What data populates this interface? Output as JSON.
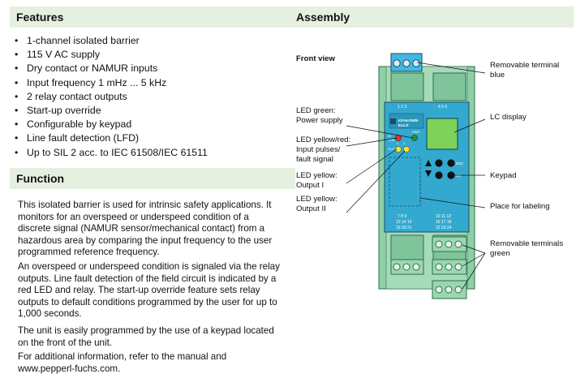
{
  "features": {
    "heading": "Features",
    "items": [
      "1-channel isolated barrier",
      "115 V AC supply",
      "Dry contact or NAMUR inputs",
      "Input frequency 1 mHz ... 5 kHz",
      "2 relay contact outputs",
      "Start-up override",
      "Configurable by keypad",
      "Line fault detection (LFD)",
      "Up to SIL 2 acc. to IEC 61508/IEC 61511"
    ]
  },
  "function": {
    "heading": "Function",
    "paragraphs": [
      "This isolated barrier is used for intrinsic safety applications. It monitors for an overspeed or underspeed condition of a discrete signal (NAMUR sensor/mechanical contact) from a hazardous area by comparing the input frequency to the user programmed reference frequency.",
      "An overspeed or underspeed condition is signaled via the relay outputs. Line fault detection of the field circuit is indicated by a red LED and relay. The start-up override feature sets relay outputs to default conditions programmed by the user for up to 1,000 seconds.",
      "The unit is easily programmed by the use of a keypad located on the front of the unit.",
      "For additional information, refer to the manual and www.pepperl-fuchs.com."
    ]
  },
  "assembly": {
    "heading": "Assembly",
    "front_view": "Front view",
    "labels": {
      "led_green_1": "LED green:",
      "led_green_2": "Power supply",
      "led_yr_1": "LED yellow/red:",
      "led_yr_2": "Input pulses/",
      "led_yr_3": "fault signal",
      "led_y1_1": "LED yellow:",
      "led_y1_2": "Output I",
      "led_y2_1": "LED yellow:",
      "led_y2_2": "Output II",
      "removable_blue_1": "Removable terminal",
      "removable_blue_2": "blue",
      "lc_display": "LC display",
      "keypad": "Keypad",
      "labeling": "Place for labeling",
      "removable_green_1": "Removable terminals",
      "removable_green_2": "green"
    },
    "device": {
      "model_1": "KFA6-DWB-",
      "model_2": "Ex1.D",
      "term_top_left": "1  2  3",
      "term_top_right": "4  5  6",
      "pwr": "PWR",
      "in": "IN",
      "chk": "CHK",
      "out": "OUT",
      "num_1": "1",
      "num_2": "2",
      "esc": "ESC",
      "ok": "OK",
      "bot_left_1": "7  8  9",
      "bot_left_2": "13 14 15",
      "bot_left_3": "19 20 21",
      "bot_right_1": "10 11 12",
      "bot_right_2": "16 17 18",
      "bot_right_3": "22 23 24"
    },
    "colors": {
      "housing": "#8fcfa8",
      "housing_dark": "#2f6e4a",
      "panel": "#33a9d0",
      "terminal_blue": "#43b7e0",
      "display": "#7ed25a",
      "header_bg": "#e6f0e0"
    }
  }
}
